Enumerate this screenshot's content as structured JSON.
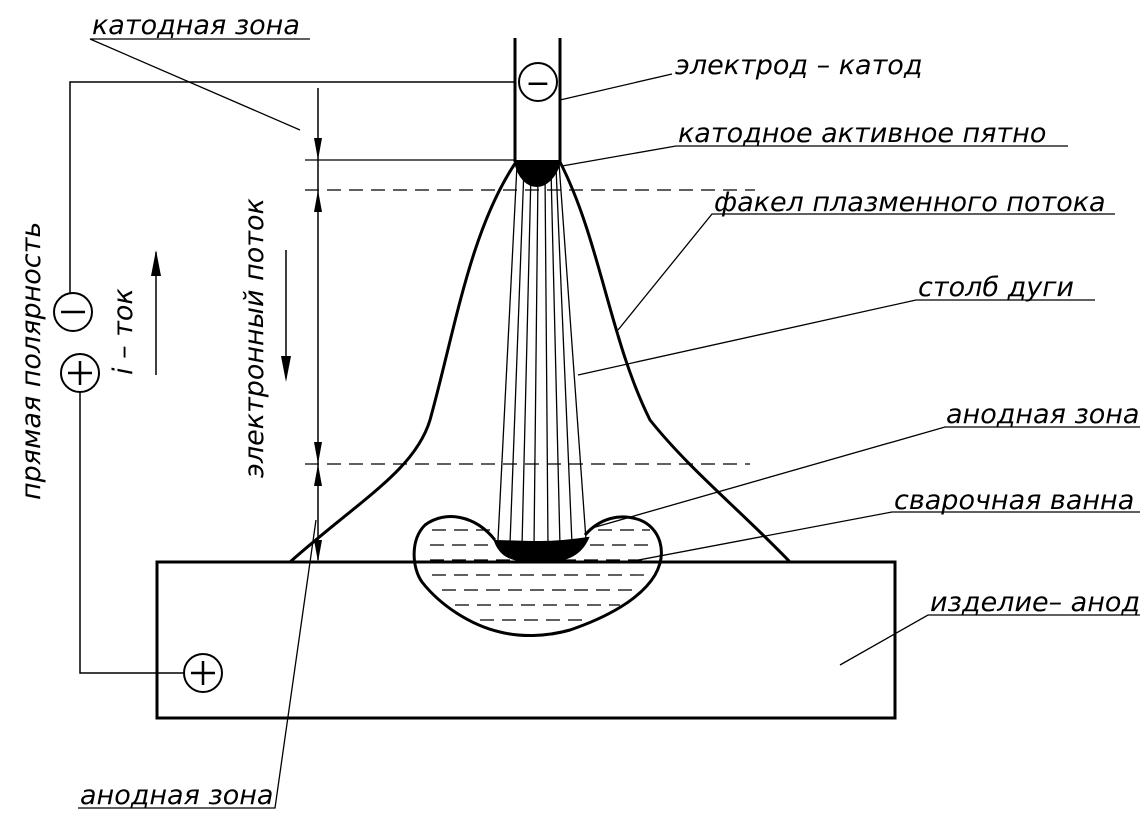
{
  "labels": {
    "cathode_zone_top": "катодная зона",
    "electrode_cathode": "электрод – катод",
    "cathode_active_spot": "катодное активное пятно",
    "plasma_flow_torch": "факел плазменного потока",
    "arc_column": "столб дуги",
    "anode_zone_right": "анодная зона",
    "weld_pool": "сварочная ванна",
    "workpiece_anode": "изделие– анод",
    "anode_zone_bottom": "анодная зона",
    "direct_polarity": "прямая полярность",
    "current": "i – ток",
    "electron_flow": "электронный поток"
  },
  "symbols": {
    "minus": "−",
    "plus": "+"
  },
  "icons": [
    "minus-terminal-icon",
    "plus-terminal-icon",
    "up-arrow-icon",
    "down-arrow-icon"
  ]
}
